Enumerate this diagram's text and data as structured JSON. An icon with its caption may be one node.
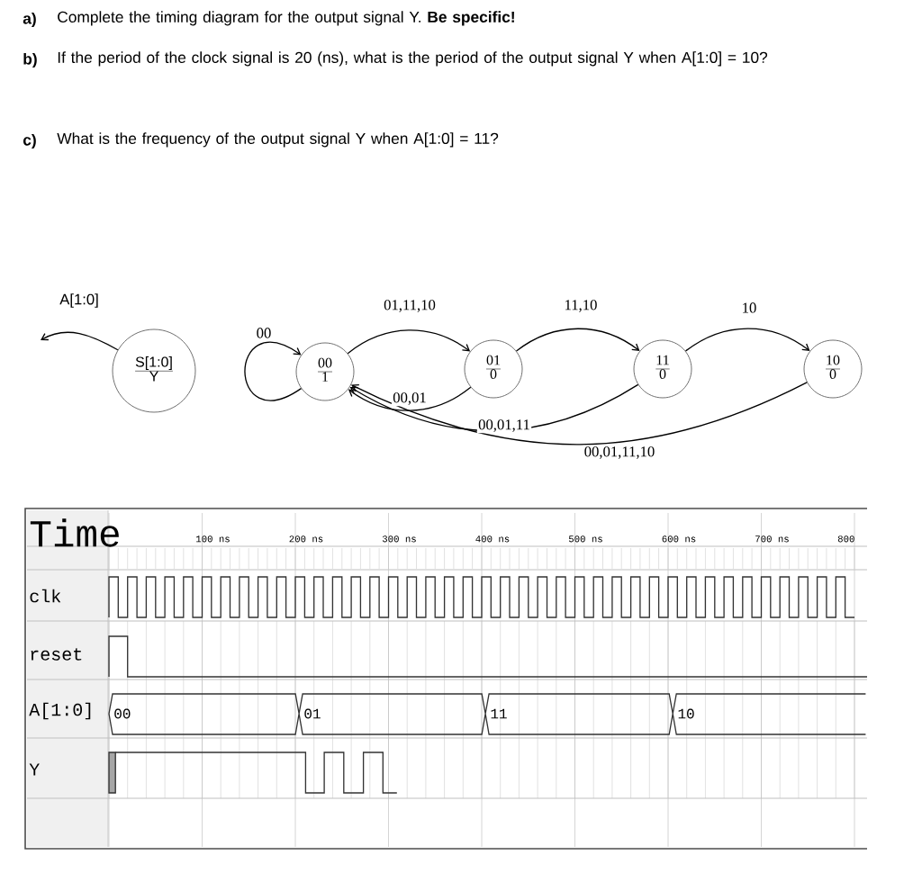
{
  "diagram": {
    "nodes": [
      {
        "text": [
          "S[1:0]",
          "Y"
        ]
      },
      {
        "text": [
          "00",
          "1"
        ]
      },
      {
        "text": [
          "01",
          "0"
        ]
      },
      {
        "text": [
          "11",
          "0"
        ]
      },
      {
        "text": [
          "10",
          "0"
        ]
      }
    ],
    "edges": [
      {
        "from": 0,
        "to": null,
        "arrow": "to",
        "label": "A[1:0]"
      },
      {
        "from": 1,
        "to": 1,
        "arrow": "to",
        "label": "00"
      },
      {
        "from": 1,
        "to": 2,
        "arrow": "to",
        "label": "01,11,10"
      },
      {
        "from": 2,
        "to": 3,
        "arrow": "to",
        "label": "11,10"
      },
      {
        "from": 3,
        "to": 4,
        "arrow": "to",
        "label": "10"
      },
      {
        "from": 2,
        "to": 1,
        "arrow": "to",
        "label": "00,01"
      },
      {
        "from": 3,
        "to": 1,
        "arrow": "to",
        "label": "00,01,11"
      },
      {
        "from": 4,
        "to": 1,
        "arrow": "to",
        "label": "00,01,11,10"
      }
    ],
    "labels": [
      "a)",
      "Complete the timing diagram for the output signal Y. **Be specific!**",
      "b)",
      "If the period of the clock signal is 20 (ns), what is the period of the output signal Y when A[1:0] = 10?",
      "c)",
      "What is the frequency of the output signal Y when A[1:0] = 11?",
      "Time",
      "100 ns",
      "200 ns",
      "300 ns",
      "400 ns",
      "500 ns",
      "600 ns",
      "700 ns",
      "800",
      "clk",
      "reset",
      "A[1:0]",
      "00",
      "01",
      "11",
      "10",
      "Y"
    ]
  }
}
